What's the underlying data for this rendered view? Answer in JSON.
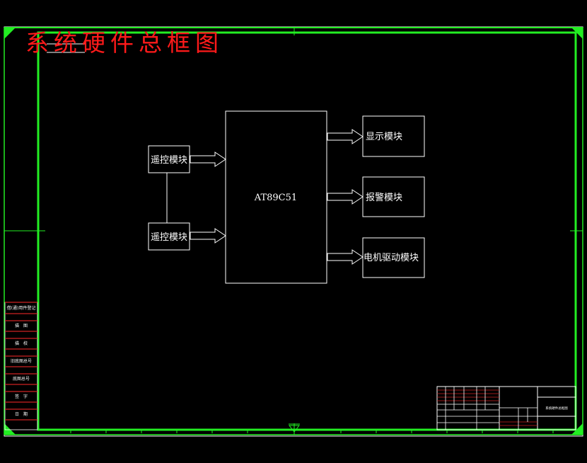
{
  "title": "系统硬件总框图",
  "blocks": {
    "mcu": "AT89C51",
    "remote_top": "遥控模块",
    "remote_bottom": "遥控模块",
    "display": "显示模块",
    "alarm": "报警模块",
    "motor_drive": "电机驱动模块"
  },
  "side_labels": [
    "借(通)用件登记",
    "描　图",
    "描　校",
    "旧底图总号",
    "底图总号",
    "签　字",
    "日　期"
  ],
  "title_block": {
    "drawing_name": "系统硬件总框图"
  },
  "colors": {
    "frame": "#22ee22",
    "outer_frame": "#ffffff",
    "title": "#ff1a1a",
    "lines": "#ffffff",
    "table_rows": "#cc2222"
  }
}
